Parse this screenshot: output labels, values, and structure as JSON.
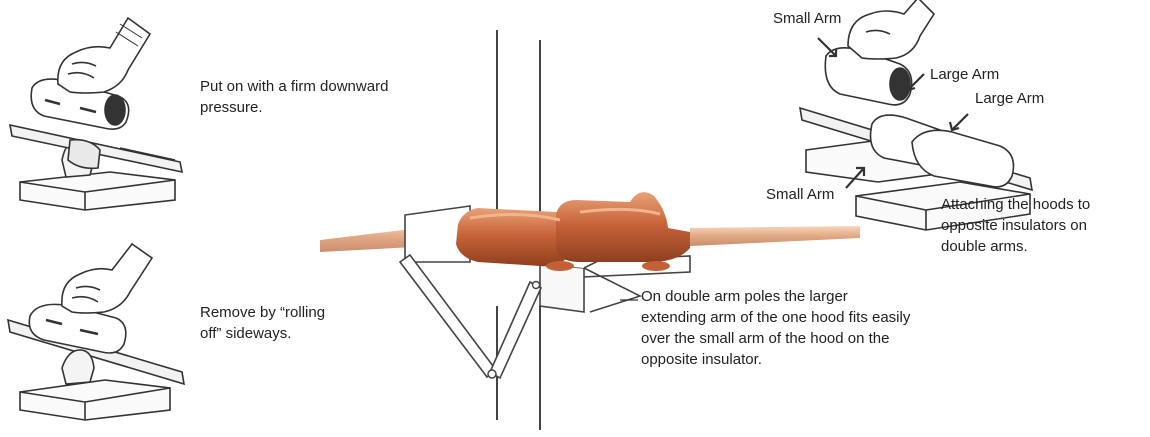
{
  "captions": {
    "put_on": "Put on with a firm downward pressure.",
    "remove": "Remove by “rolling off” sideways.",
    "double_arm": "On double arm poles the larger extending arm of the one hood fits easily over the small arm of the hood on the opposite insulator.",
    "attaching": "Attaching the hoods to opposite insulators on double arms."
  },
  "labels": {
    "small_arm_top": "Small Arm",
    "large_arm_1": "Large Arm",
    "large_arm_2": "Large Arm",
    "small_arm_bottom": "Small Arm"
  },
  "colors": {
    "hood_orange": "#c8643a",
    "hood_highlight": "#e6956a",
    "line_ink": "#333333"
  }
}
